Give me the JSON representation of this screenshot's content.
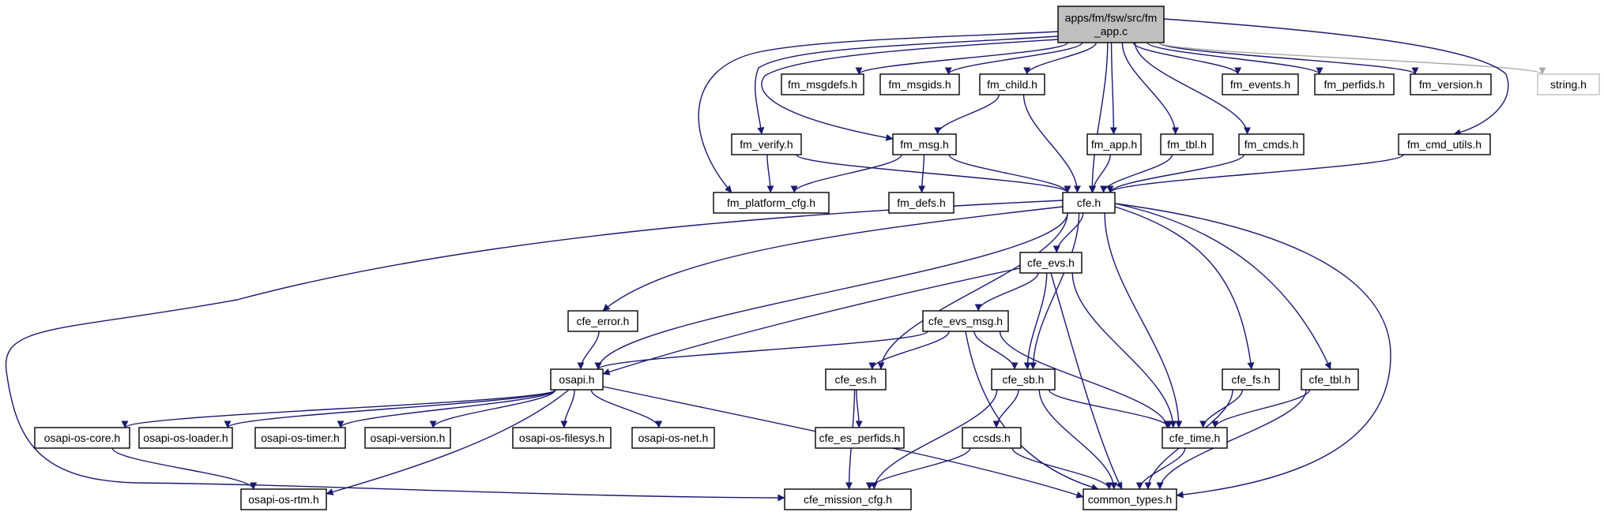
{
  "diagram": {
    "type": "include-dependency-graph",
    "colors": {
      "edge": "#191970",
      "external_edge": "#a9a9a9",
      "root_fill": "#bfbfbf",
      "node_border": "#000000"
    },
    "nodes": [
      {
        "id": "root",
        "lines": [
          "apps/fm/fsw/src/fm",
          "_app.c"
        ],
        "root": true
      },
      {
        "id": "msgdefs",
        "lines": [
          "fm_msgdefs.h"
        ]
      },
      {
        "id": "msgids",
        "lines": [
          "fm_msgids.h"
        ]
      },
      {
        "id": "child",
        "lines": [
          "fm_child.h"
        ]
      },
      {
        "id": "events",
        "lines": [
          "fm_events.h"
        ]
      },
      {
        "id": "perfids",
        "lines": [
          "fm_perfids.h"
        ]
      },
      {
        "id": "version",
        "lines": [
          "fm_version.h"
        ]
      },
      {
        "id": "string",
        "lines": [
          "string.h"
        ],
        "external": true
      },
      {
        "id": "verify",
        "lines": [
          "fm_verify.h"
        ]
      },
      {
        "id": "msg",
        "lines": [
          "fm_msg.h"
        ]
      },
      {
        "id": "app",
        "lines": [
          "fm_app.h"
        ]
      },
      {
        "id": "tbl",
        "lines": [
          "fm_tbl.h"
        ]
      },
      {
        "id": "cmds",
        "lines": [
          "fm_cmds.h"
        ]
      },
      {
        "id": "cmdutils",
        "lines": [
          "fm_cmd_utils.h"
        ]
      },
      {
        "id": "platcfg",
        "lines": [
          "fm_platform_cfg.h"
        ]
      },
      {
        "id": "defs",
        "lines": [
          "fm_defs.h"
        ]
      },
      {
        "id": "cfe",
        "lines": [
          "cfe.h"
        ]
      },
      {
        "id": "evs",
        "lines": [
          "cfe_evs.h"
        ]
      },
      {
        "id": "error",
        "lines": [
          "cfe_error.h"
        ]
      },
      {
        "id": "evsmsg",
        "lines": [
          "cfe_evs_msg.h"
        ]
      },
      {
        "id": "osapi",
        "lines": [
          "osapi.h"
        ]
      },
      {
        "id": "es",
        "lines": [
          "cfe_es.h"
        ]
      },
      {
        "id": "sb",
        "lines": [
          "cfe_sb.h"
        ]
      },
      {
        "id": "fs",
        "lines": [
          "cfe_fs.h"
        ]
      },
      {
        "id": "cfetbl",
        "lines": [
          "cfe_tbl.h"
        ]
      },
      {
        "id": "oscore",
        "lines": [
          "osapi-os-core.h"
        ]
      },
      {
        "id": "osloader",
        "lines": [
          "osapi-os-loader.h"
        ]
      },
      {
        "id": "ostimer",
        "lines": [
          "osapi-os-timer.h"
        ]
      },
      {
        "id": "osversion",
        "lines": [
          "osapi-version.h"
        ]
      },
      {
        "id": "osfilesys",
        "lines": [
          "osapi-os-filesys.h"
        ]
      },
      {
        "id": "osnet",
        "lines": [
          "osapi-os-net.h"
        ]
      },
      {
        "id": "esperf",
        "lines": [
          "cfe_es_perfids.h"
        ]
      },
      {
        "id": "ccsds",
        "lines": [
          "ccsds.h"
        ]
      },
      {
        "id": "time",
        "lines": [
          "cfe_time.h"
        ]
      },
      {
        "id": "osrtm",
        "lines": [
          "osapi-os-rtm.h"
        ]
      },
      {
        "id": "missioncfg",
        "lines": [
          "cfe_mission_cfg.h"
        ]
      },
      {
        "id": "common",
        "lines": [
          "common_types.h"
        ]
      }
    ],
    "edges": [
      [
        "root",
        "msgdefs"
      ],
      [
        "root",
        "msgids"
      ],
      [
        "root",
        "child"
      ],
      [
        "root",
        "events"
      ],
      [
        "root",
        "perfids"
      ],
      [
        "root",
        "version"
      ],
      [
        "root",
        "string"
      ],
      [
        "root",
        "verify"
      ],
      [
        "root",
        "msg"
      ],
      [
        "root",
        "app"
      ],
      [
        "root",
        "tbl"
      ],
      [
        "root",
        "cmds"
      ],
      [
        "root",
        "cmdutils"
      ],
      [
        "root",
        "platcfg"
      ],
      [
        "root",
        "cfe"
      ],
      [
        "child",
        "msg"
      ],
      [
        "child",
        "cfe"
      ],
      [
        "verify",
        "platcfg"
      ],
      [
        "verify",
        "cfe"
      ],
      [
        "msg",
        "platcfg"
      ],
      [
        "msg",
        "defs"
      ],
      [
        "msg",
        "cfe"
      ],
      [
        "app",
        "cfe"
      ],
      [
        "tbl",
        "cfe"
      ],
      [
        "cmds",
        "cfe"
      ],
      [
        "cmdutils",
        "cfe"
      ],
      [
        "cfe",
        "evs"
      ],
      [
        "cfe",
        "error"
      ],
      [
        "cfe",
        "osapi"
      ],
      [
        "cfe",
        "es"
      ],
      [
        "cfe",
        "sb"
      ],
      [
        "cfe",
        "fs"
      ],
      [
        "cfe",
        "cfetbl"
      ],
      [
        "cfe",
        "time"
      ],
      [
        "cfe",
        "common"
      ],
      [
        "cfe",
        "missioncfg"
      ],
      [
        "evs",
        "evsmsg"
      ],
      [
        "evs",
        "osapi"
      ],
      [
        "evs",
        "sb"
      ],
      [
        "evs",
        "time"
      ],
      [
        "evs",
        "common"
      ],
      [
        "error",
        "osapi"
      ],
      [
        "evsmsg",
        "osapi"
      ],
      [
        "evsmsg",
        "es"
      ],
      [
        "evsmsg",
        "sb"
      ],
      [
        "evsmsg",
        "time"
      ],
      [
        "evsmsg",
        "common"
      ],
      [
        "osapi",
        "oscore"
      ],
      [
        "osapi",
        "osloader"
      ],
      [
        "osapi",
        "ostimer"
      ],
      [
        "osapi",
        "osversion"
      ],
      [
        "osapi",
        "osfilesys"
      ],
      [
        "osapi",
        "osnet"
      ],
      [
        "osapi",
        "osrtm"
      ],
      [
        "osapi",
        "common"
      ],
      [
        "oscore",
        "osrtm"
      ],
      [
        "es",
        "esperf"
      ],
      [
        "es",
        "missioncfg"
      ],
      [
        "sb",
        "ccsds"
      ],
      [
        "sb",
        "time"
      ],
      [
        "sb",
        "missioncfg"
      ],
      [
        "sb",
        "common"
      ],
      [
        "ccsds",
        "missioncfg"
      ],
      [
        "ccsds",
        "common"
      ],
      [
        "fs",
        "time"
      ],
      [
        "fs",
        "common"
      ],
      [
        "cfetbl",
        "time"
      ],
      [
        "cfetbl",
        "common"
      ],
      [
        "time",
        "common"
      ]
    ]
  }
}
